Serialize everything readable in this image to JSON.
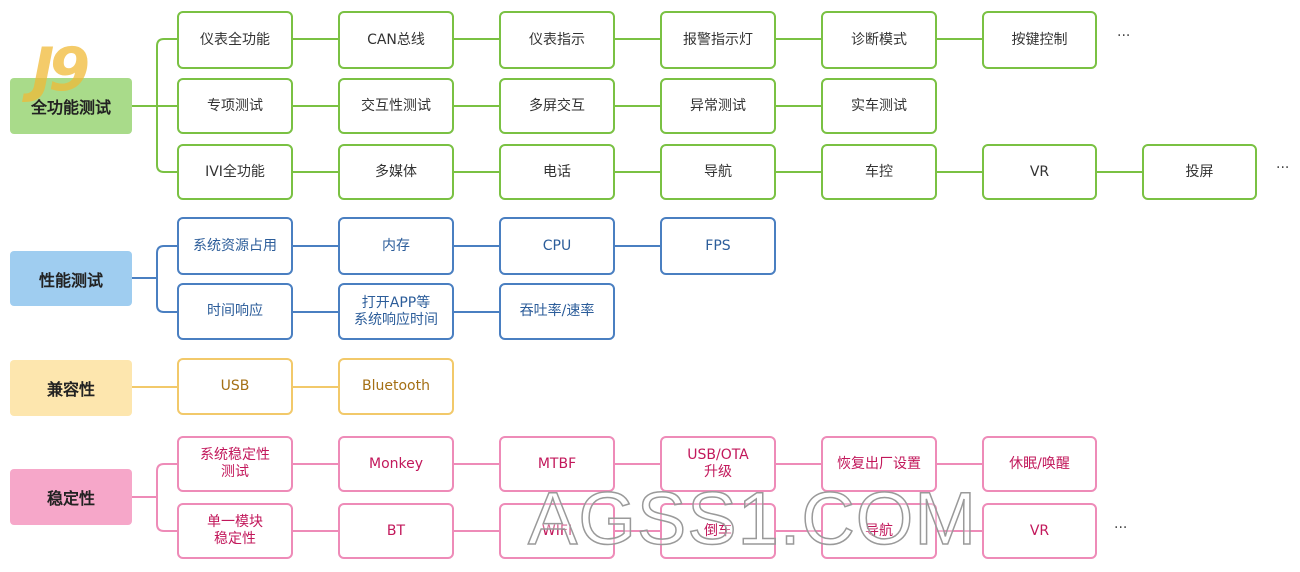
{
  "logo": {
    "text": "J9"
  },
  "watermark": {
    "text": "AGSS1.COM"
  },
  "colors": {
    "green": "#7ac143",
    "blue": "#4a7fc1",
    "yellow": "#f2c96a",
    "pink": "#ee8bb8"
  },
  "categories": [
    {
      "id": "full",
      "label": "全功能测试",
      "fill": "#a9db8a"
    },
    {
      "id": "perf",
      "label": "性能测试",
      "fill": "#9fcdf0"
    },
    {
      "id": "compat",
      "label": "兼容性",
      "fill": "#fde6ae"
    },
    {
      "id": "stab",
      "label": "稳定性",
      "fill": "#f6a7c9"
    }
  ],
  "rows": [
    [
      "仪表全功能",
      "CAN总线",
      "仪表指示",
      "报警指示灯",
      "诊断模式",
      "按键控制"
    ],
    [
      "专项测试",
      "交互性测试",
      "多屏交互",
      "异常测试",
      "实车测试"
    ],
    [
      "IVI全功能",
      "多媒体",
      "电话",
      "导航",
      "车控",
      "VR",
      "投屏"
    ],
    [
      "系统资源占用",
      "内存",
      "CPU",
      "FPS"
    ],
    [
      "时间响应",
      "打开APP等\n系统响应时间",
      "吞吐率/速率"
    ],
    [
      "USB",
      "Bluetooth"
    ],
    [
      "系统稳定性\n测试",
      "Monkey",
      "MTBF",
      "USB/OTA\n升级",
      "恢复出厂设置",
      "休眠/唤醒"
    ],
    [
      "单一模块\n稳定性",
      "BT",
      "WIFI",
      "倒车",
      "导航",
      "VR"
    ]
  ],
  "ellipsis": "···"
}
